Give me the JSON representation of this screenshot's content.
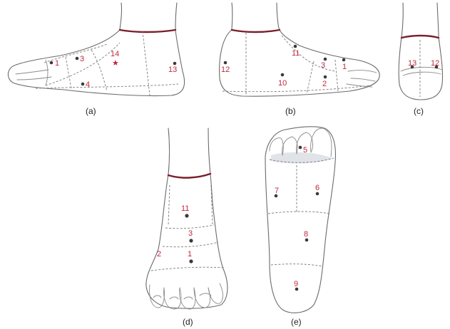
{
  "panels": {
    "a": {
      "caption": "(a)",
      "points": [
        {
          "id": "a1",
          "label": "1"
        },
        {
          "id": "a3",
          "label": "3"
        },
        {
          "id": "a4",
          "label": "4"
        },
        {
          "id": "a13",
          "label": "13"
        },
        {
          "id": "a14",
          "label": "14"
        }
      ]
    },
    "b": {
      "caption": "(b)",
      "points": [
        {
          "id": "b1",
          "label": "1"
        },
        {
          "id": "b2",
          "label": "2"
        },
        {
          "id": "b3",
          "label": "3"
        },
        {
          "id": "b10",
          "label": "10"
        },
        {
          "id": "b11",
          "label": "11"
        },
        {
          "id": "b12",
          "label": "12"
        }
      ]
    },
    "c": {
      "caption": "(c)",
      "points": [
        {
          "id": "c12",
          "label": "12"
        },
        {
          "id": "c13",
          "label": "13"
        }
      ]
    },
    "d": {
      "caption": "(d)",
      "points": [
        {
          "id": "d1",
          "label": "1"
        },
        {
          "id": "d2",
          "label": "2"
        },
        {
          "id": "d3",
          "label": "3"
        },
        {
          "id": "d11",
          "label": "11"
        }
      ]
    },
    "e": {
      "caption": "(e)",
      "points": [
        {
          "id": "e5",
          "label": "5"
        },
        {
          "id": "e6",
          "label": "6"
        },
        {
          "id": "e7",
          "label": "7"
        },
        {
          "id": "e8",
          "label": "8"
        },
        {
          "id": "e9",
          "label": "9"
        }
      ]
    }
  },
  "colors": {
    "label": "#c0283f",
    "cuff": "#7a1e2c",
    "outline": "#6b6b6b",
    "dot": "#3a3a3a"
  },
  "icons": {
    "marker_dot": "filled-circle",
    "marker_star": "red-star"
  }
}
